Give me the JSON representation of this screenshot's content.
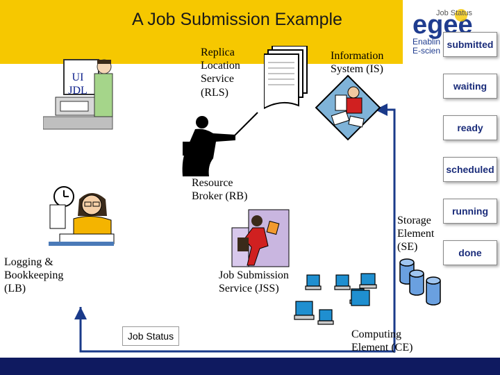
{
  "title": "A Job Submission Example",
  "logo": {
    "text": "egee",
    "tagline1": "Enablin",
    "tagline2": "E-scien",
    "overlay": "Job Status"
  },
  "components": {
    "ui": "UI\nJDL",
    "rls": "Replica\nLocation\nService\n(RLS)",
    "is": "Information\nSystem (IS)",
    "rb": "Resource\nBroker (RB)",
    "lb": "Logging &\nBookkeeping\n(LB)",
    "jss": "Job Submission\nService (JSS)",
    "se": "Storage\nElement\n(SE)",
    "ce": "Computing\nElement (CE)"
  },
  "job_status_label": "Job Status",
  "states": [
    "submitted",
    "waiting",
    "ready",
    "scheduled",
    "running",
    "done"
  ],
  "colors": {
    "header": "#f6c800",
    "status_text": "#1a2c7a",
    "bottom_bar": "#0f1a60",
    "arrow": "#1a3a8a"
  }
}
